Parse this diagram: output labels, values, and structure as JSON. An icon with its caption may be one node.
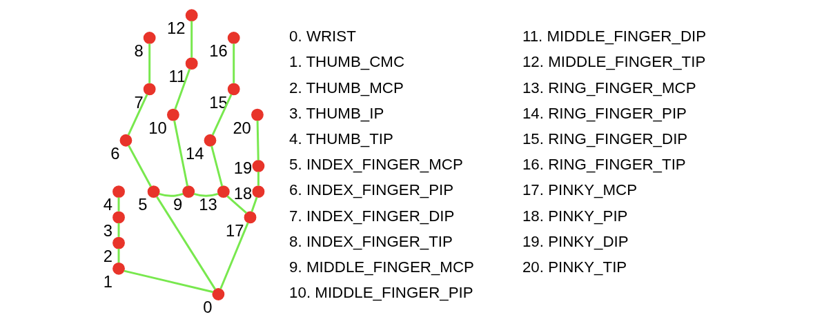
{
  "diagram": {
    "nodes": [
      {
        "text": [],
        "shape": "circle",
        "beside": [
          "0"
        ]
      },
      {
        "text": [],
        "shape": "circle",
        "beside": [
          "1"
        ]
      },
      {
        "text": [],
        "shape": "circle",
        "beside": [
          "2"
        ]
      },
      {
        "text": [],
        "shape": "circle",
        "beside": [
          "3"
        ]
      },
      {
        "text": [],
        "shape": "circle",
        "beside": [
          "4"
        ]
      },
      {
        "text": [],
        "shape": "circle",
        "beside": [
          "5"
        ]
      },
      {
        "text": [],
        "shape": "circle",
        "beside": [
          "6"
        ]
      },
      {
        "text": [],
        "shape": "circle",
        "beside": [
          "7"
        ]
      },
      {
        "text": [],
        "shape": "circle",
        "beside": [
          "8"
        ]
      },
      {
        "text": [],
        "shape": "circle",
        "beside": [
          "9"
        ]
      },
      {
        "text": [],
        "shape": "circle",
        "beside": [
          "10"
        ]
      },
      {
        "text": [],
        "shape": "circle",
        "beside": [
          "11"
        ]
      },
      {
        "text": [],
        "shape": "circle",
        "beside": [
          "12"
        ]
      },
      {
        "text": [],
        "shape": "circle",
        "beside": [
          "13"
        ]
      },
      {
        "text": [],
        "shape": "circle",
        "beside": [
          "14"
        ]
      },
      {
        "text": [],
        "shape": "circle",
        "beside": [
          "15"
        ]
      },
      {
        "text": [],
        "shape": "circle",
        "beside": [
          "16"
        ]
      },
      {
        "text": [],
        "shape": "circle",
        "beside": [
          "17"
        ]
      },
      {
        "text": [],
        "shape": "circle",
        "beside": [
          "18"
        ]
      },
      {
        "text": [],
        "shape": "circle",
        "beside": [
          "19"
        ]
      },
      {
        "text": [],
        "shape": "circle",
        "beside": [
          "20"
        ]
      }
    ],
    "edges": [
      {
        "from": 0,
        "to": 1,
        "arrow": "none"
      },
      {
        "from": 1,
        "to": 2,
        "arrow": "none"
      },
      {
        "from": 2,
        "to": 3,
        "arrow": "none"
      },
      {
        "from": 3,
        "to": 4,
        "arrow": "none"
      },
      {
        "from": 0,
        "to": 5,
        "arrow": "none"
      },
      {
        "from": 5,
        "to": 6,
        "arrow": "none"
      },
      {
        "from": 6,
        "to": 7,
        "arrow": "none"
      },
      {
        "from": 7,
        "to": 8,
        "arrow": "none"
      },
      {
        "from": 5,
        "to": 9,
        "arrow": "none"
      },
      {
        "from": 9,
        "to": 10,
        "arrow": "none"
      },
      {
        "from": 10,
        "to": 11,
        "arrow": "none"
      },
      {
        "from": 11,
        "to": 12,
        "arrow": "none"
      },
      {
        "from": 9,
        "to": 13,
        "arrow": "none"
      },
      {
        "from": 13,
        "to": 14,
        "arrow": "none"
      },
      {
        "from": 14,
        "to": 15,
        "arrow": "none"
      },
      {
        "from": 15,
        "to": 16,
        "arrow": "none"
      },
      {
        "from": 13,
        "to": 17,
        "arrow": "none"
      },
      {
        "from": 0,
        "to": 17,
        "arrow": "none"
      },
      {
        "from": 17,
        "to": 18,
        "arrow": "none"
      },
      {
        "from": 18,
        "to": 19,
        "arrow": "none"
      },
      {
        "from": 19,
        "to": 20,
        "arrow": "none"
      }
    ],
    "labels": [
      "0. WRIST",
      "1. THUMB_CMC",
      "2. THUMB_MCP",
      "3. THUMB_IP",
      "4. THUMB_TIP",
      "5. INDEX_FINGER_MCP",
      "6. INDEX_FINGER_PIP",
      "7. INDEX_FINGER_DIP",
      "8. INDEX_FINGER_TIP",
      "9. MIDDLE_FINGER_MCP",
      "10. MIDDLE_FINGER_PIP",
      "11. MIDDLE_FINGER_DIP",
      "12. MIDDLE_FINGER_TIP",
      "13. RING_FINGER_MCP",
      "14. RING_FINGER_PIP",
      "15. RING_FINGER_DIP",
      "16. RING_FINGER_TIP",
      "17. PINKY_MCP",
      "18. PINKY_PIP",
      "19. PINKY_DIP",
      "20. PINKY_TIP"
    ]
  }
}
